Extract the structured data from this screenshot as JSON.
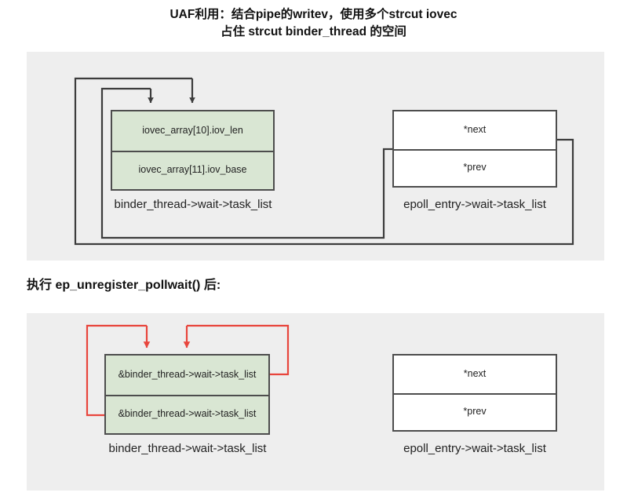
{
  "title": {
    "line1": "UAF利用：结合pipe的writev，使用多个strcut iovec",
    "line2": "占住 strcut binder_thread 的空间"
  },
  "section_two": {
    "heading": "执行 ep_unregister_pollwait() 后:"
  },
  "colors": {
    "panel_background": "#eeeeee",
    "page_background": "#ffffff",
    "green_fill": "#d9e6d3",
    "white_fill": "#ffffff",
    "box_border": "#4d4d4d",
    "connector_black": "#3c3c3c",
    "connector_red": "#e8453c",
    "text": "#222222"
  },
  "diagram_one": {
    "binder_box": {
      "rows": [
        {
          "label": "iovec_array[10].iov_len"
        },
        {
          "label": "iovec_array[11].iov_base"
        }
      ],
      "caption": "binder_thread->wait->task_list"
    },
    "epoll_box": {
      "rows": [
        {
          "label": "*next"
        },
        {
          "label": "*prev"
        }
      ],
      "caption": "epoll_entry->wait->task_list"
    }
  },
  "diagram_two": {
    "binder_box": {
      "rows": [
        {
          "label": "&binder_thread->wait->task_list"
        },
        {
          "label": "&binder_thread->wait->task_list"
        }
      ],
      "caption": "binder_thread->wait->task_list"
    },
    "epoll_box": {
      "rows": [
        {
          "label": "*next"
        },
        {
          "label": "*prev"
        }
      ],
      "caption": "epoll_entry->wait->task_list"
    }
  }
}
